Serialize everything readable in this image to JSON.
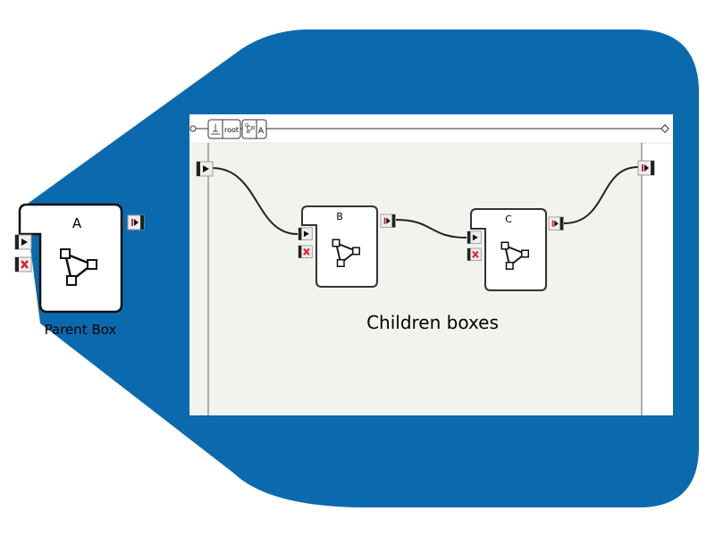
{
  "parent_box": {
    "title": "A",
    "caption": "Parent Box"
  },
  "toolbar": {
    "root_label": "root",
    "current_label": "A"
  },
  "children": [
    {
      "title": "B"
    },
    {
      "title": "C"
    }
  ],
  "annotation": "Children boxes",
  "colors": {
    "callout": "#0b6aad",
    "canvas": "#f3f3ee",
    "port_x": "#e0202a"
  }
}
